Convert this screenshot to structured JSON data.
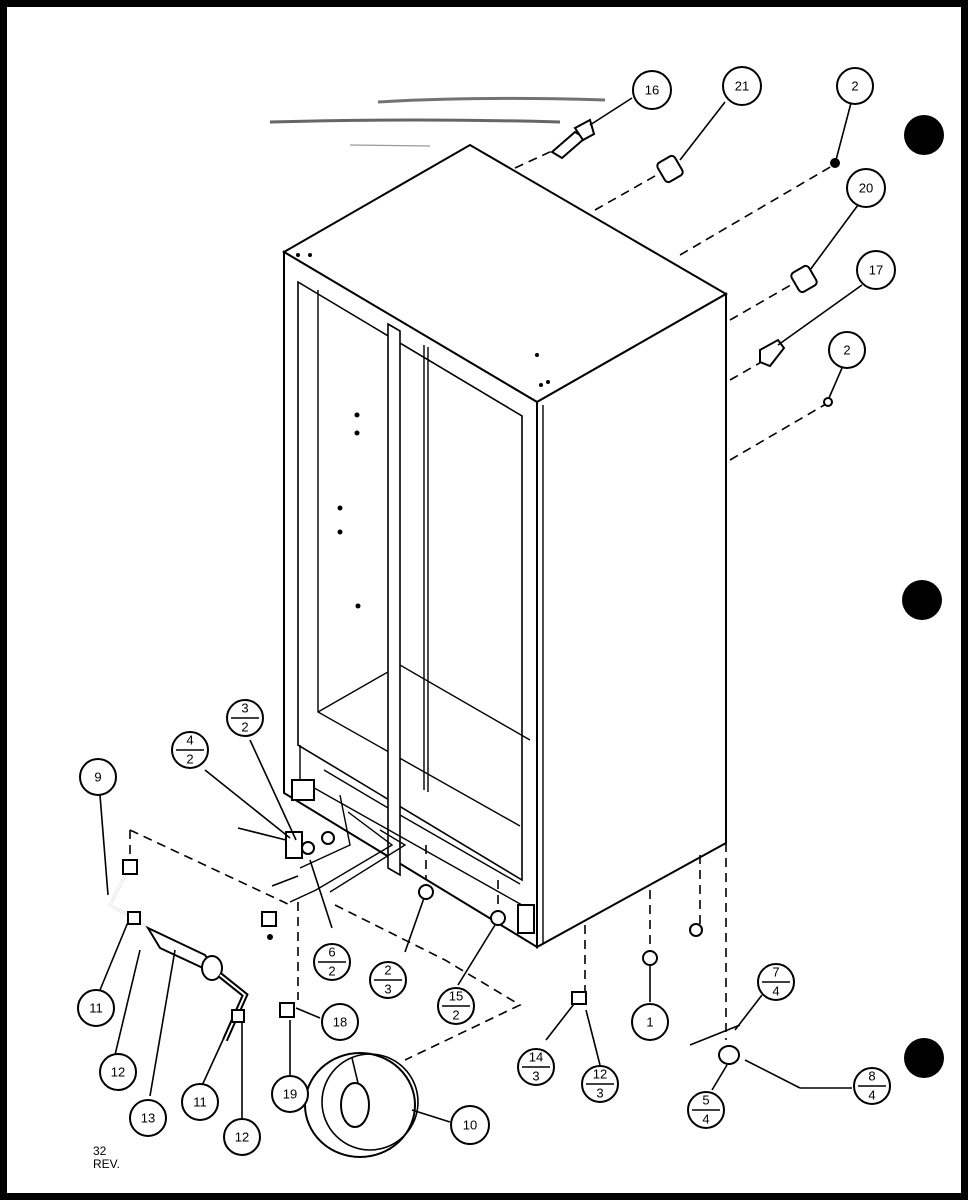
{
  "page": {
    "code": "32",
    "rev": "REV."
  },
  "balloons": [
    {
      "id": "b16",
      "text": "16"
    },
    {
      "id": "b21",
      "text": "21"
    },
    {
      "id": "b2a",
      "text": "2"
    },
    {
      "id": "b20",
      "text": "20"
    },
    {
      "id": "b17",
      "text": "17"
    },
    {
      "id": "b2b",
      "text": "2"
    },
    {
      "id": "b9",
      "text": "9"
    },
    {
      "id": "b11a",
      "text": "11"
    },
    {
      "id": "b12a",
      "text": "12"
    },
    {
      "id": "b13",
      "text": "13"
    },
    {
      "id": "b11b",
      "text": "11"
    },
    {
      "id": "b12b",
      "text": "12"
    },
    {
      "id": "b19",
      "text": "19"
    },
    {
      "id": "b18",
      "text": "18"
    },
    {
      "id": "b10",
      "text": "10"
    },
    {
      "id": "b1",
      "text": "1"
    }
  ],
  "fractions": [
    {
      "id": "f32",
      "top": "3",
      "bottom": "2"
    },
    {
      "id": "f42",
      "top": "4",
      "bottom": "2"
    },
    {
      "id": "f62",
      "top": "6",
      "bottom": "2"
    },
    {
      "id": "f23",
      "top": "2",
      "bottom": "3"
    },
    {
      "id": "f152",
      "top": "15",
      "bottom": "2"
    },
    {
      "id": "f143",
      "top": "14",
      "bottom": "3"
    },
    {
      "id": "f123",
      "top": "12",
      "bottom": "3"
    },
    {
      "id": "f74",
      "top": "7",
      "bottom": "4"
    },
    {
      "id": "f54",
      "top": "5",
      "bottom": "4"
    },
    {
      "id": "f84",
      "top": "8",
      "bottom": "4"
    }
  ]
}
